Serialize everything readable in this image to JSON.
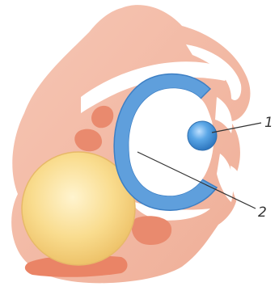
{
  "diagram": {
    "labels": [
      {
        "id": "1",
        "text": "1"
      },
      {
        "id": "2",
        "text": "2"
      }
    ],
    "colors": {
      "tissue": "#f3b9a6",
      "tissue_dark": "#ea9f86",
      "tissue_deep": "#e8785a",
      "blue_ring": "#5f9fdc",
      "blue_ring_edge": "#3d7fc4",
      "cavity": "#ffffff",
      "blue_ball": "#4e9be0",
      "yellow_ball": "#f7d98a",
      "yellow_ball_center": "#fff1c2",
      "line": "#333333"
    }
  }
}
